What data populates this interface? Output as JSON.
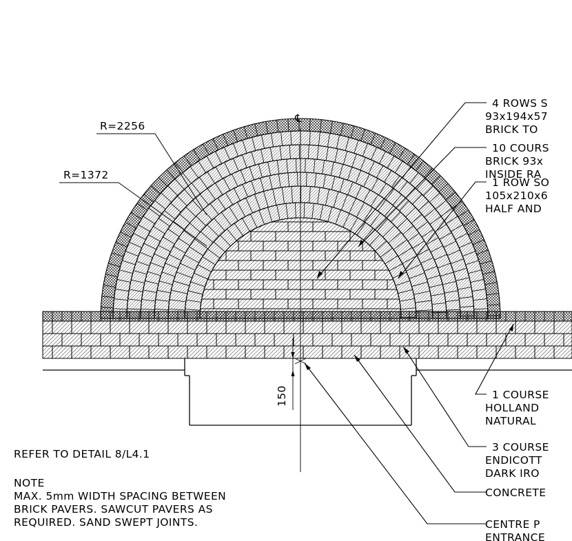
{
  "centerline_symbol": "℄",
  "radius_labels": {
    "outer": "R=2256",
    "inner": "R=1372"
  },
  "dimension": "150",
  "callouts": [
    {
      "id": "rows-soldier",
      "lines": [
        "4 ROWS S",
        "93x194x57",
        "BRICK TO"
      ]
    },
    {
      "id": "courses-brick",
      "lines": [
        "10 COURS",
        "BRICK 93x",
        "INSIDE RA"
      ]
    },
    {
      "id": "row-soldier",
      "lines": [
        "1 ROW SO",
        "105x210x6",
        "HALF AND"
      ]
    },
    {
      "id": "course-holland",
      "lines": [
        "1 COURSE",
        "HOLLAND",
        "NATURAL"
      ]
    },
    {
      "id": "courses-endicott",
      "lines": [
        "3 COURSE",
        "ENDICOTT",
        "DARK IRO"
      ]
    },
    {
      "id": "concrete",
      "lines": [
        "CONCRETE"
      ]
    },
    {
      "id": "centre",
      "lines": [
        "CENTRE P",
        "ENTRANCE"
      ]
    }
  ],
  "refer_note": "REFER TO DETAIL 8/L4.1",
  "note": {
    "heading": "NOTE",
    "lines": [
      "MAX. 5mm WIDTH SPACING BETWEEN",
      "BRICK PAVERS. SAWCUT PAVERS AS",
      "REQUIRED. SAND SWEPT JOINTS."
    ]
  }
}
